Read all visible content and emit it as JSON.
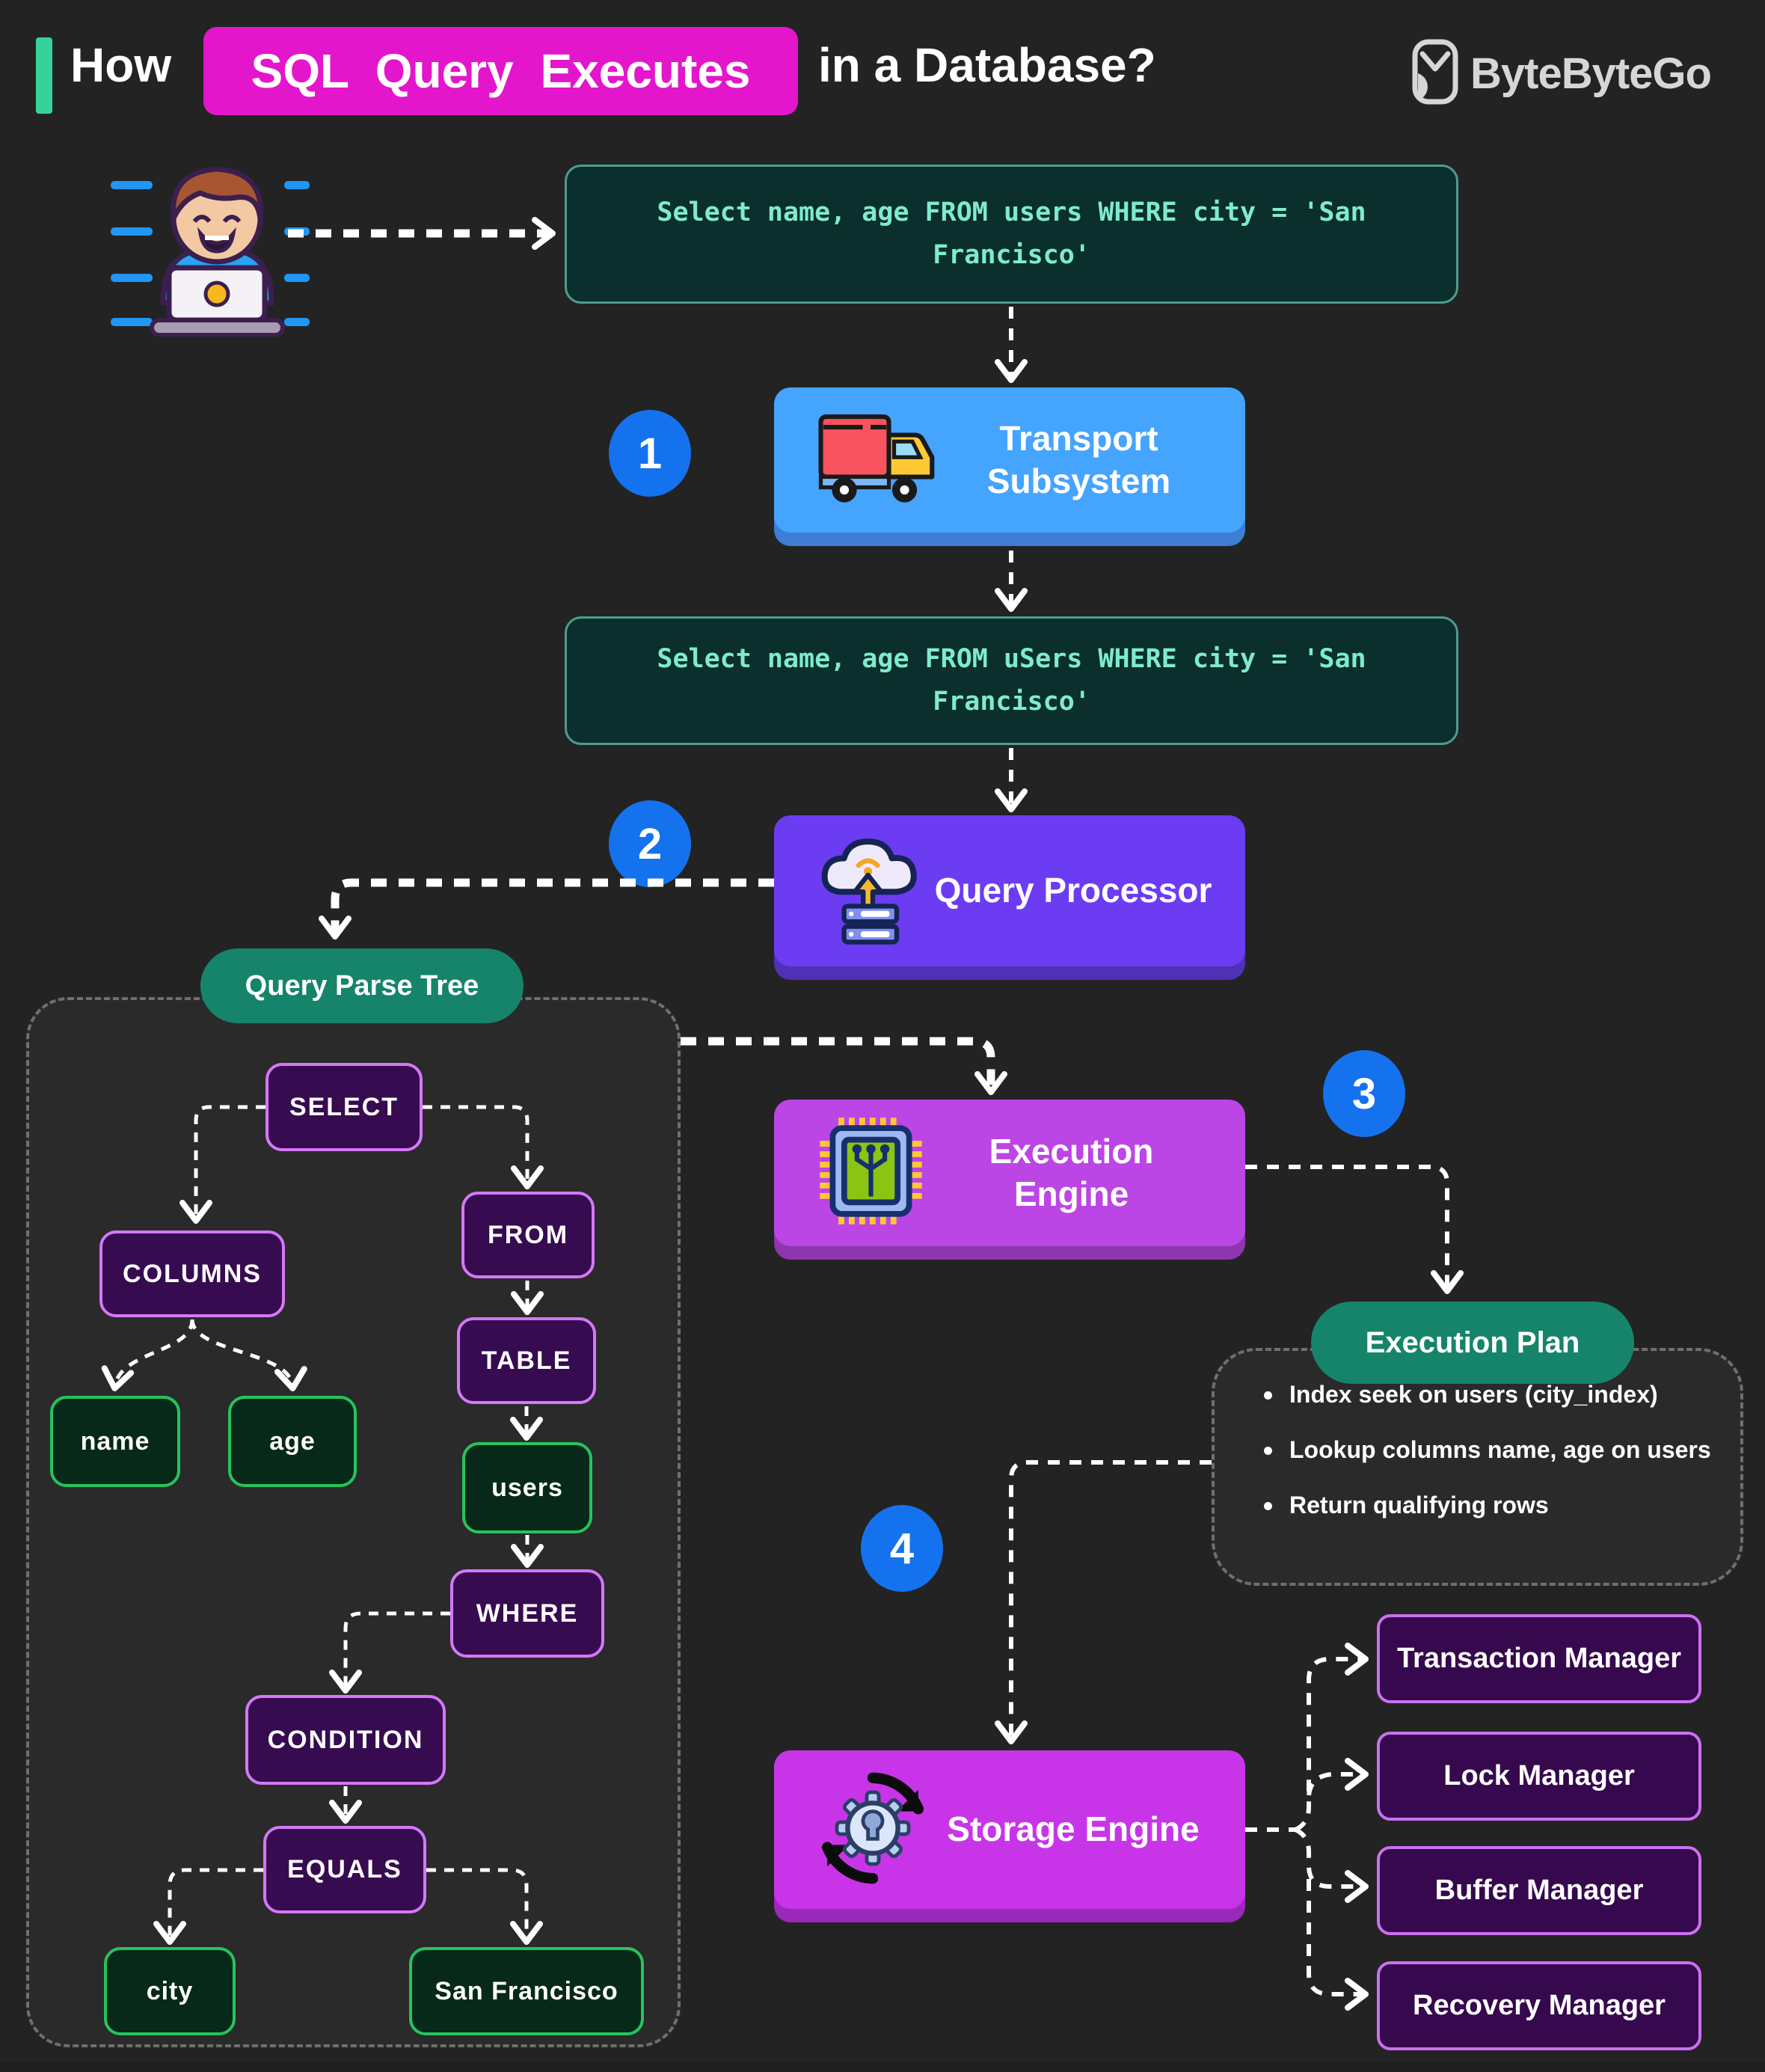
{
  "header": {
    "prefix": "How",
    "highlight": "SQL Query Executes",
    "suffix": "in a Database?",
    "brand": "ByteByteGo"
  },
  "queries": {
    "original": "Select name, age FROM users WHERE city = 'San Francisco'",
    "transported": "Select name, age FROM uSers WHERE city = 'San Francisco'"
  },
  "steps": [
    {
      "number": "1",
      "label": "Transport Subsystem",
      "icon": "truck-icon"
    },
    {
      "number": "2",
      "label": "Query Processor",
      "icon": "cloud-upload-server-icon"
    },
    {
      "number": "3",
      "label": "Execution Engine",
      "icon": "chip-icon"
    },
    {
      "number": "4",
      "label": "Storage Engine",
      "icon": "gear-sync-icon"
    }
  ],
  "parse_tree": {
    "title": "Query Parse Tree",
    "nodes": [
      {
        "label": "SELECT",
        "type": "keyword"
      },
      {
        "label": "COLUMNS",
        "type": "keyword"
      },
      {
        "label": "FROM",
        "type": "keyword"
      },
      {
        "label": "TABLE",
        "type": "keyword"
      },
      {
        "label": "name",
        "type": "value"
      },
      {
        "label": "age",
        "type": "value"
      },
      {
        "label": "users",
        "type": "value"
      },
      {
        "label": "WHERE",
        "type": "keyword"
      },
      {
        "label": "CONDITION",
        "type": "keyword"
      },
      {
        "label": "EQUALS",
        "type": "keyword"
      },
      {
        "label": "city",
        "type": "value"
      },
      {
        "label": "San Francisco",
        "type": "value"
      }
    ]
  },
  "execution_plan": {
    "title": "Execution Plan",
    "items": [
      "Index seek on users (city_index)",
      "Lookup columns name, age on users",
      "Return qualifying rows"
    ]
  },
  "storage_managers": [
    "Transaction Manager",
    "Lock Manager",
    "Buffer Manager",
    "Recovery Manager"
  ],
  "colors": {
    "background": "#232323",
    "accent_teal": "#35d39a",
    "highlight_magenta": "#e316cb",
    "transport_blue": "#45a4fe",
    "processor_purple": "#6c3cf3",
    "engine_magenta": "#bc45e6",
    "storage_magenta": "#c835e8",
    "badge_blue": "#1472ef",
    "pill_teal": "#15846b",
    "sql_text_mint": "#7eeccb",
    "node_purple_border": "#d478f8",
    "node_green_border": "#25c45c"
  }
}
